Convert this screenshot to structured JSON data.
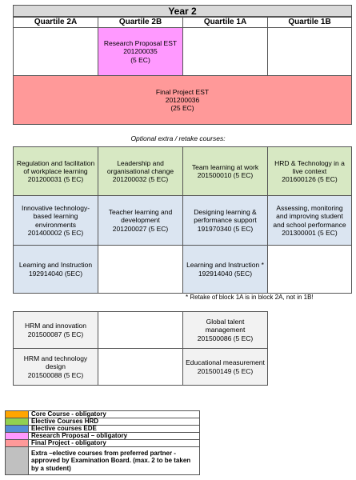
{
  "year_title": "Year 2",
  "quartiles": [
    "Quartile 2A",
    "Quartile 2B",
    "Quartile 1A",
    "Quartile 1B"
  ],
  "research_proposal": "Research Proposal EST\n201200035\n(5 EC)",
  "final_project": "Final Project EST\n201200036\n(25 EC)",
  "optional_caption": "Optional extra / retake courses:",
  "optional_courses": [
    "Regulation and facilitation of workplace learning\n201200031 (5 EC)",
    "Leadership and organisational change\n201200032 (5 EC)",
    "Team learning at work\n201500010 (5 EC)",
    "HRD & Technology in a live context\n201600126 (5 EC)",
    "Innovative technology-based learning environments\n201400002 (5 EC)",
    "Teacher learning and development\n201200027 (5 EC)",
    "Designing learning & performance support\n191970340 (5 EC)",
    "Assessing, monitoring and improving student and school performance\n201300001 (5 EC)",
    "Learning and Instruction\n192914040 (5EC)",
    "Learning and Instruction  *\n192914040 (5EC)"
  ],
  "retake_note": "*  Retake of block 1A is in block 2A, not in 1B!",
  "extra_courses": [
    "HRM and innovation\n201500087 (5 EC)",
    "Global talent management\n201500086 (5 EC)",
    "HRM and technology design\n201500088 (5 EC)",
    "Educational measurement\n201500149 (5 EC)"
  ],
  "legend": [
    {
      "label": "Core Course - obligatory",
      "color": "#ffa500"
    },
    {
      "label": "Elective Courses HRD",
      "color": "#92d050"
    },
    {
      "label": "Elective courses EDE",
      "color": "#548dd4"
    },
    {
      "label": "Research Proposal – obligatory",
      "color": "#ff99ff"
    },
    {
      "label": "Final Project - obligatory",
      "color": "#ff9999"
    },
    {
      "label": "Extra –elective courses from preferred partner - approved by Examination Board. (max. 2 to be taken by a student)",
      "color": "#c0c0c0"
    }
  ]
}
